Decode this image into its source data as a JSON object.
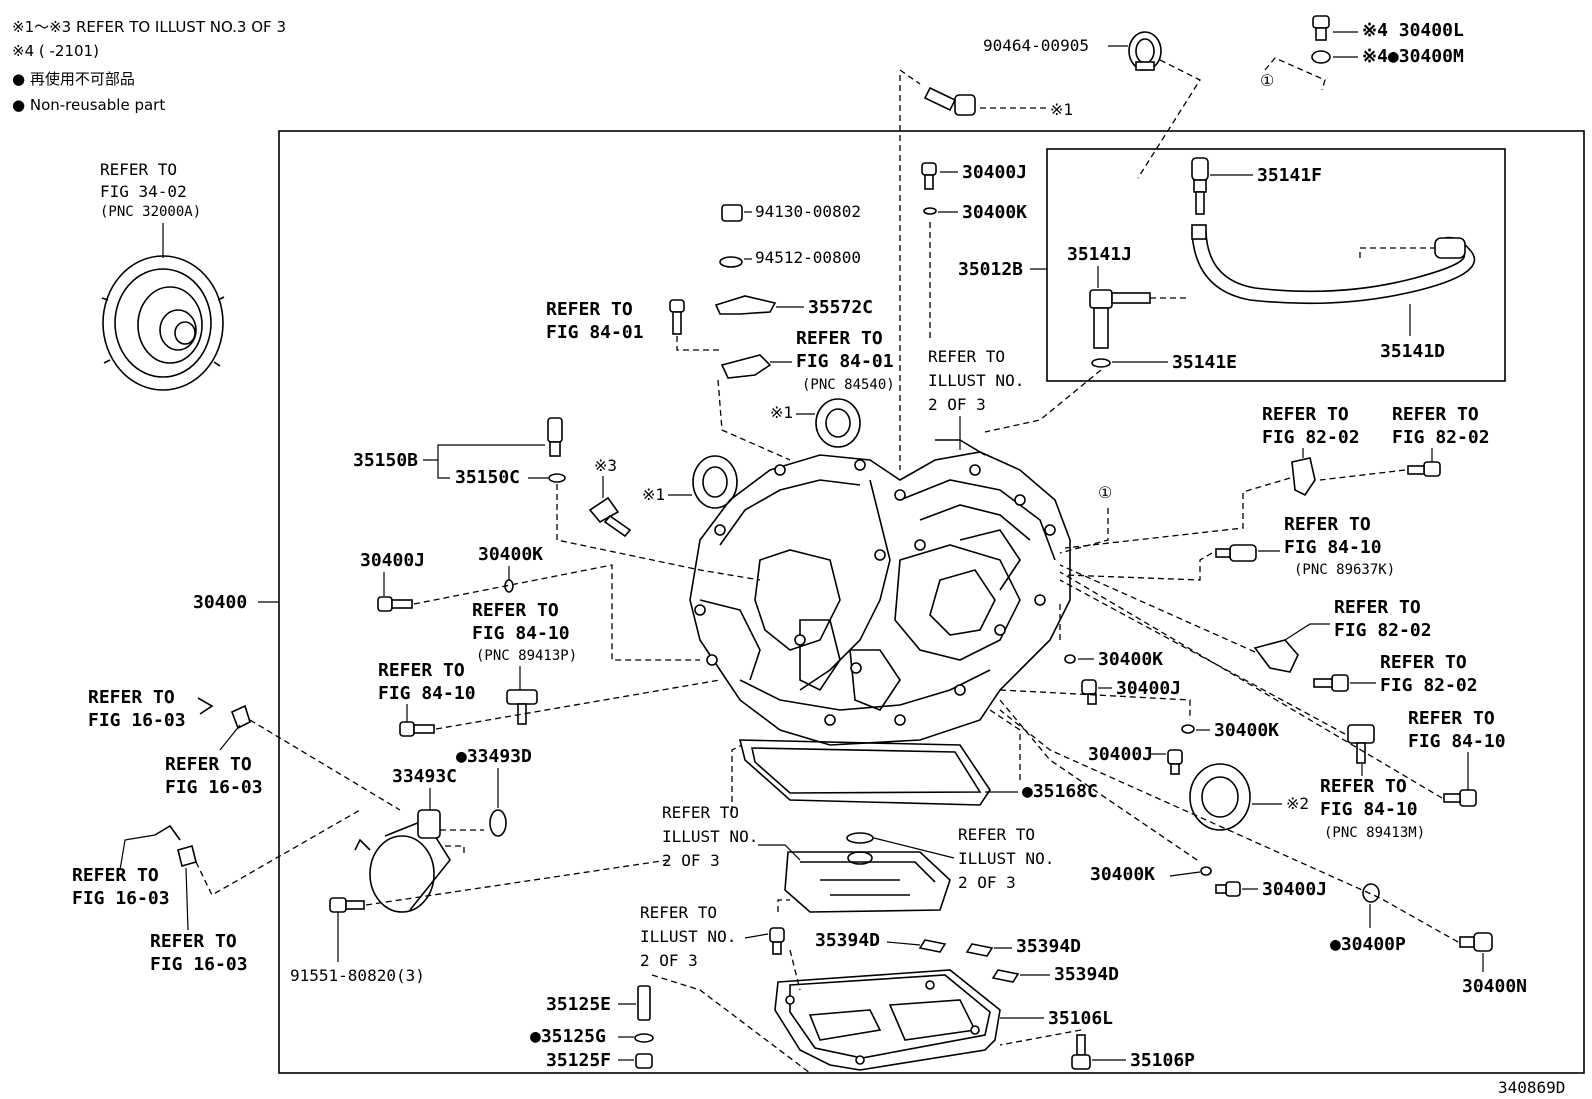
{
  "notes": {
    "line1": "※1～※3 REFER TO ILLUST NO.3 OF 3",
    "line2": "※4 (      -2101)",
    "line3": "● 再使用不可部品",
    "line4": "● Non-reusable part"
  },
  "drawing_id": "340869D",
  "labels": {
    "ref_fig_34_02": [
      "REFER TO",
      "FIG 34-02",
      "(PNC 32000A)"
    ],
    "p30400": "30400",
    "p90464": "90464-00905",
    "p30400L": "※4 30400L",
    "p30400M": "※4●30400M",
    "circ1_top": "①",
    "star1_top": "※1",
    "p30400J_a": "30400J",
    "p30400K_a": "30400K",
    "p35141F": "35141F",
    "p35012B": "35012B",
    "p35141J": "35141J",
    "p35141E": "35141E",
    "p35141D": "35141D",
    "p94130": "94130-00802",
    "p94512": "94512-00800",
    "p35572C": "35572C",
    "ref_fig_84_01_a": [
      "REFER TO",
      "FIG 84-01"
    ],
    "ref_fig_84_01_b": [
      "REFER TO",
      "FIG 84-01",
      "(PNC 84540)"
    ],
    "ref_illust2_a": [
      "REFER TO",
      "ILLUST NO.",
      "2 OF 3"
    ],
    "star1_mid": "※1",
    "p35150B": "35150B",
    "p35150C": "35150C",
    "star3": "※3",
    "star1_left": "※1",
    "circ1_right": "①",
    "ref_fig_82_02_a": [
      "REFER TO",
      "FIG 82-02"
    ],
    "ref_fig_82_02_b": [
      "REFER TO",
      "FIG 82-02"
    ],
    "ref_fig_84_10_a": [
      "REFER TO",
      "FIG 84-10",
      "(PNC 89637K)"
    ],
    "p30400J_b": "30400J",
    "p30400K_b": "30400K",
    "ref_fig_84_10_b": [
      "REFER TO",
      "FIG 84-10",
      "(PNC 89413P)"
    ],
    "ref_fig_84_10_c": [
      "REFER TO",
      "FIG 84-10"
    ],
    "ref_fig_82_02_c": [
      "REFER TO",
      "FIG 82-02"
    ],
    "ref_fig_82_02_d": [
      "REFER TO",
      "FIG 82-02"
    ],
    "p30400K_c": "30400K",
    "p30400J_c": "30400J",
    "ref_fig_16_03_a": [
      "REFER TO",
      "FIG 16-03"
    ],
    "ref_fig_16_03_b": [
      "REFER TO",
      "FIG 16-03"
    ],
    "p33493D": "●33493D",
    "p33493C": "33493C",
    "p30400K_d": "30400K",
    "p30400J_d": "30400J",
    "ref_fig_84_10_d": [
      "REFER TO",
      "FIG 84-10"
    ],
    "star2": "※2",
    "ref_fig_84_10_e": [
      "REFER TO",
      "FIG 84-10",
      "(PNC 89413M)"
    ],
    "p35168C": "●35168C",
    "ref_illust2_b": [
      "REFER TO",
      "ILLUST NO.",
      "2 OF 3"
    ],
    "ref_illust2_c": [
      "REFER TO",
      "ILLUST NO.",
      "2 OF 3"
    ],
    "p30400K_e": "30400K",
    "p30400J_e": "30400J",
    "ref_fig_16_03_c": [
      "REFER TO",
      "FIG 16-03"
    ],
    "ref_fig_16_03_d": [
      "REFER TO",
      "FIG 16-03"
    ],
    "ref_illust2_d": [
      "REFER TO",
      "ILLUST NO.",
      "2 OF 3"
    ],
    "p35394D_a": "35394D",
    "p35394D_b": "35394D",
    "p35394D_c": "35394D",
    "p30400P": "●30400P",
    "p30400N": "30400N",
    "p91551": "91551-80820(3)",
    "p35125E": "35125E",
    "p35125G": "●35125G",
    "p35125F": "35125F",
    "p35106L": "35106L",
    "p35106P": "35106P"
  }
}
